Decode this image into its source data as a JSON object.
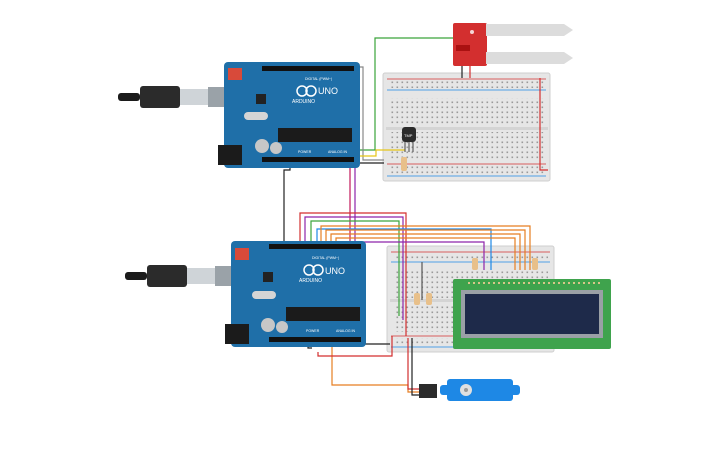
{
  "arduino_top": {
    "brand": "ARDUINO",
    "model": "UNO",
    "digital_header": "DIGITAL (PWM~)",
    "power_header": "POWER",
    "analog_header": "ANALOG IN"
  },
  "arduino_bottom": {
    "brand": "ARDUINO",
    "model": "UNO",
    "digital_header": "DIGITAL (PWM~)",
    "power_header": "POWER",
    "analog_header": "ANALOG IN"
  },
  "temp_sensor": {
    "label": "TMP"
  },
  "colors": {
    "arduino_blue": "#1f6fa8",
    "breadboard": "#e6e6e6",
    "lcd_pcb": "#3fa34d",
    "lcd_screen": "#1e2a4a",
    "soil_sensor": "#d32f2f",
    "servo": "#1e88e5",
    "wire_green": "#3aa33a",
    "wire_purple": "#8e24aa",
    "wire_magenta": "#c2185b",
    "wire_orange": "#e67e22",
    "wire_red": "#d32f2f",
    "wire_black": "#222222",
    "wire_yellow": "#e6c619",
    "wire_blue": "#1e88e5",
    "wire_gray": "#888888"
  }
}
